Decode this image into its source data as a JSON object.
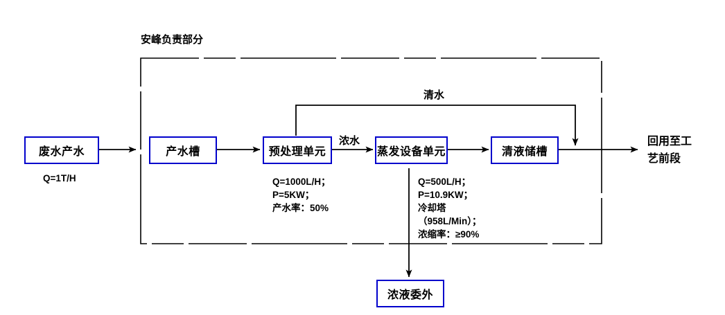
{
  "diagram": {
    "zone": {
      "title": "安峰负责部分",
      "boundary_style": "dashed"
    },
    "colors": {
      "node_border": "#0000cc",
      "line": "#000000",
      "text": "#000000",
      "background": "#ffffff"
    },
    "nodes": [
      {
        "id": "wastewater",
        "label": "废水产水"
      },
      {
        "id": "product-tank",
        "label": "产水槽"
      },
      {
        "id": "pretreatment",
        "label": "预处理单元"
      },
      {
        "id": "evaporation",
        "label": "蒸发设备单元"
      },
      {
        "id": "clear-liquid-tank",
        "label": "清液储槽"
      },
      {
        "id": "concentrate-outsourcing",
        "label": "浓液委外"
      }
    ],
    "terminals": [
      {
        "id": "reuse",
        "label": "回用至工\n艺前段"
      }
    ],
    "edge_labels": [
      {
        "id": "clean-water",
        "label": "清水"
      },
      {
        "id": "concentrated-water",
        "label": "浓水"
      }
    ],
    "notes": [
      {
        "id": "wastewater-note",
        "text": "Q=1T/H"
      },
      {
        "id": "pretreatment-note",
        "text": "Q=1000L/H；\nP=5KW；\n产水率：50%"
      },
      {
        "id": "evaporation-note",
        "text": "Q=500L/H；\nP=10.9KW；\n冷却塔\n（958L/Min）；\n浓缩率：≥90%"
      }
    ]
  }
}
